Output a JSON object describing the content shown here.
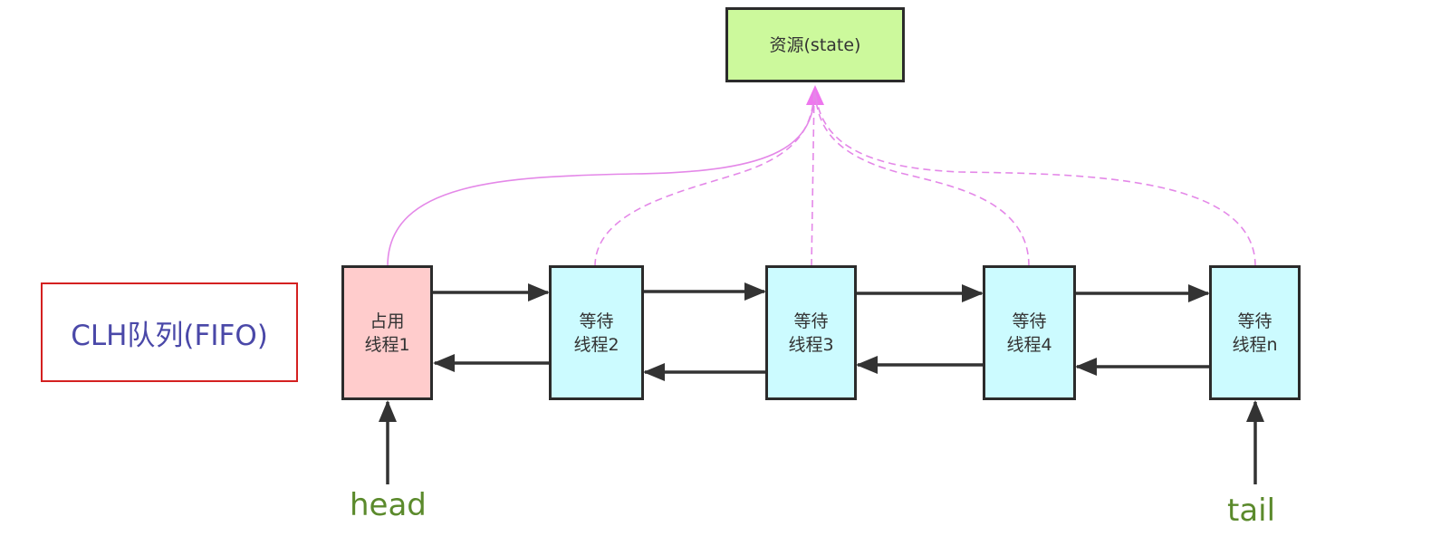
{
  "resource": {
    "label": "资源(state)",
    "fill": "#ccf99c"
  },
  "queue_label": "CLH队列(FIFO)",
  "nodes": [
    {
      "line1": "占用",
      "line2": "线程1",
      "fill": "#ffcccc",
      "state": "occupied"
    },
    {
      "line1": "等待",
      "line2": "线程2",
      "fill": "#ccfbff",
      "state": "waiting"
    },
    {
      "line1": "等待",
      "line2": "线程3",
      "fill": "#ccfbff",
      "state": "waiting"
    },
    {
      "line1": "等待",
      "line2": "线程4",
      "fill": "#ccfbff",
      "state": "waiting"
    },
    {
      "line1": "等待",
      "line2": "线程n",
      "fill": "#ccfbff",
      "state": "waiting"
    }
  ],
  "pointers": {
    "head": "head",
    "tail": "tail"
  },
  "colors": {
    "link": "#ee88ee",
    "arrow": "#333333",
    "pointer_text": "#5b8a2c"
  }
}
